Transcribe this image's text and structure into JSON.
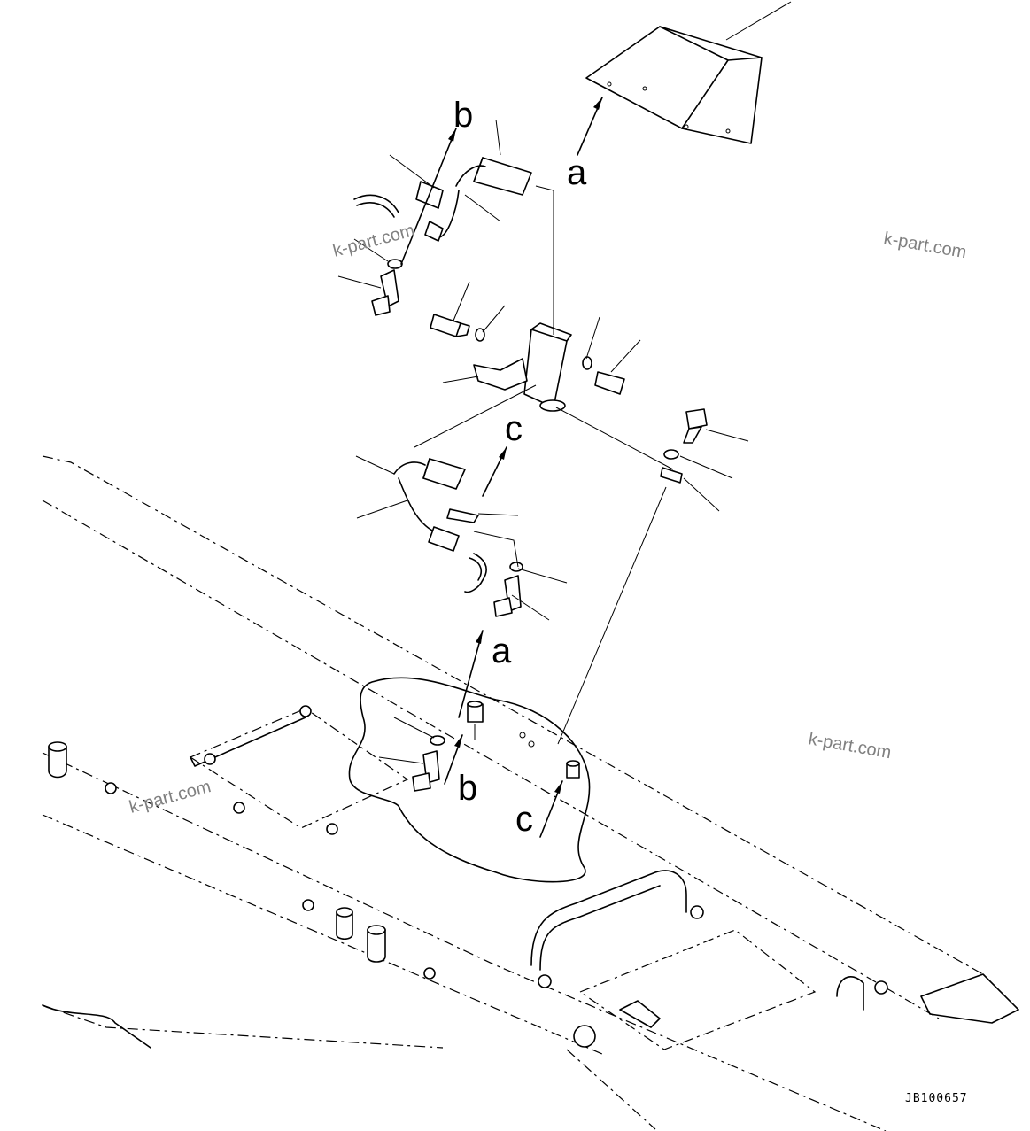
{
  "labels": {
    "a_top": "a",
    "b_top": "b",
    "c_mid": "c",
    "a_mid": "a",
    "b_bottom": "b",
    "c_bottom": "c"
  },
  "watermarks": [
    "k-part.com",
    "k-part.com",
    "k-part.com",
    "k-part.com"
  ],
  "drawing_code": "JB100657"
}
